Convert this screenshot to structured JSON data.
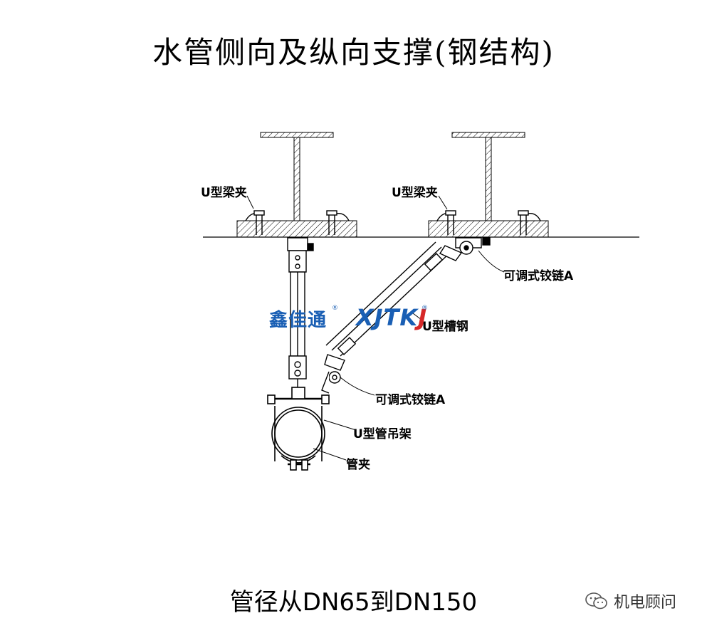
{
  "title": "水管侧向及纵向支撑(钢结构)",
  "subtitle": "管径从DN65到DN150",
  "labels": {
    "beam_clamp_left": "U型梁夹",
    "beam_clamp_right": "U型梁夹",
    "hinge_top": "可调式铰链A",
    "channel_steel": "U型槽钢",
    "hinge_bottom": "可调式铰链A",
    "pipe_hanger": "U型管吊架",
    "pipe_clamp": "管夹"
  },
  "brand": {
    "cn": "鑫佳通",
    "en_a": "XJTK",
    "en_b": "J",
    "reg": "®"
  },
  "watermark": {
    "text": "机电顾问"
  },
  "colors": {
    "line": "#000000",
    "brand_blue": "#1a5fb4",
    "brand_red": "#d62828"
  }
}
